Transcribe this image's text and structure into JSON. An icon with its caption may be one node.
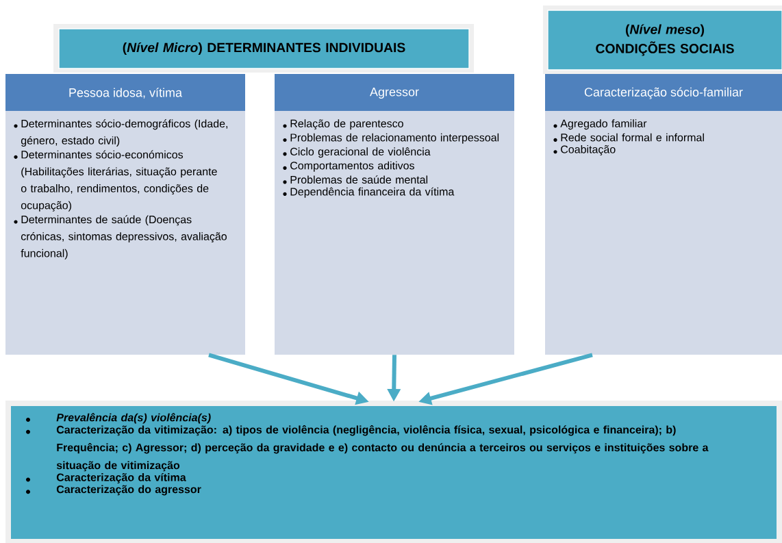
{
  "diagram": {
    "nodes": [
      {
        "text": [
          "(*Nível Micro*) DETERMINANTES INDIVIDUAIS"
        ]
      },
      {
        "text": [
          "(*Nível meso*) CONDIÇÕES SOCIAIS"
        ]
      },
      {
        "text": [
          "Pessoa idosa, vítima",
          "Determinantes sócio-demográficos (Idade, género, estado civil)",
          "Determinantes sócio-económicos (Habilitações literárias, situação perante o trabalho, rendimentos, condições de ocupação)",
          "Determinantes de saúde (Doenças crónicas, sintomas depressivos, avaliação funcional)"
        ]
      },
      {
        "text": [
          "Agressor",
          "Relação de parentesco",
          "Problemas de relacionamento interpessoal",
          "Ciclo geracional de violência",
          "Comportamentos aditivos",
          "Problemas de saúde mental",
          "Dependência financeira da vítima"
        ]
      },
      {
        "text": [
          "Caracterização sócio-familiar",
          "Agregado familiar",
          "Rede social formal e informal",
          "Coabitação"
        ]
      },
      {
        "text": [
          "*Prevalência da(s) violência(s)*",
          "Caracterização da vitimização: a) tipos de violência (negligência, violência física, sexual, psicológica e financeira); b) Frequência; c) Agressor; d) perceção da gravidade e e) contacto ou denúncia a terceiros ou serviços e instituições sobre a situação de vitimização",
          "Caracterização da vítima",
          "Caracterização do agressor"
        ]
      }
    ],
    "edges": [
      {
        "from": 2,
        "to": 5,
        "arrow": "to"
      },
      {
        "from": 3,
        "to": 5,
        "arrow": "to"
      },
      {
        "from": 4,
        "to": 5,
        "arrow": "to"
      }
    ]
  }
}
